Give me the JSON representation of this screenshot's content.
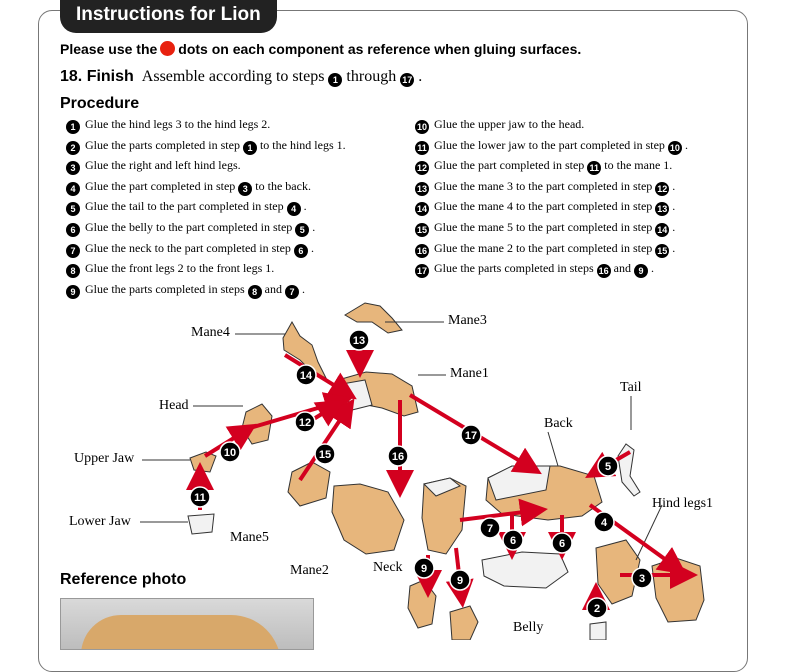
{
  "header": {
    "title": "Instructions for Lion"
  },
  "reference_note": {
    "before": "Please use the",
    "after": "dots on each component as reference when gluing surfaces."
  },
  "finish": {
    "number": "18. Finish",
    "text_before": "Assemble according to steps",
    "step_from": "1",
    "text_mid": "through",
    "step_to": "17",
    "text_after": "."
  },
  "procedure": {
    "heading": "Procedure",
    "steps": [
      {
        "n": "1",
        "text": "Glue the hind legs 3 to the hind legs 2."
      },
      {
        "n": "2",
        "text": "Glue the parts completed in step",
        "ref": "1",
        "after": "to the hind legs 1."
      },
      {
        "n": "3",
        "text": "Glue the right and left hind legs."
      },
      {
        "n": "4",
        "text": "Glue the part completed in step",
        "ref": "3",
        "after": "to the back."
      },
      {
        "n": "5",
        "text": "Glue the tail to the part completed in step",
        "ref": "4",
        "after": "."
      },
      {
        "n": "6",
        "text": "Glue the belly to the part completed in step",
        "ref": "5",
        "after": "."
      },
      {
        "n": "7",
        "text": "Glue the neck to the part completed in step",
        "ref": "6",
        "after": "."
      },
      {
        "n": "8",
        "text": "Glue the front legs 2 to the front legs 1."
      },
      {
        "n": "9",
        "text": "Glue the parts completed in steps",
        "ref": "8",
        "mid": "and",
        "ref2": "7",
        "after": "."
      },
      {
        "n": "10",
        "text": "Glue the upper jaw to the head."
      },
      {
        "n": "11",
        "text": "Glue the lower jaw to the part completed in step",
        "ref": "10",
        "after": "."
      },
      {
        "n": "12",
        "text": "Glue the part completed in step",
        "ref": "11",
        "after": "to the mane 1."
      },
      {
        "n": "13",
        "text": "Glue the mane 3 to the part completed in step",
        "ref": "12",
        "after": "."
      },
      {
        "n": "14",
        "text": "Glue the mane 4 to the part completed in step",
        "ref": "13",
        "after": "."
      },
      {
        "n": "15",
        "text": "Glue the mane 5 to the part completed in step",
        "ref": "14",
        "after": "."
      },
      {
        "n": "16",
        "text": "Glue the mane 2 to the part completed in step",
        "ref": "15",
        "after": "."
      },
      {
        "n": "17",
        "text": "Glue the parts completed in steps",
        "ref": "16",
        "mid": "and",
        "ref2": "9",
        "after": "."
      }
    ]
  },
  "diagram": {
    "part_labels": {
      "mane4": "Mane4",
      "mane3": "Mane3",
      "mane1": "Mane1",
      "head": "Head",
      "tail": "Tail",
      "back": "Back",
      "upper_jaw": "Upper Jaw",
      "lower_jaw": "Lower Jaw",
      "mane5": "Mane5",
      "mane2": "Mane2",
      "neck": "Neck",
      "hind_legs1": "Hind legs1",
      "belly": "Belly"
    },
    "step_markers": [
      "13",
      "14",
      "12",
      "10",
      "11",
      "15",
      "16",
      "17",
      "5",
      "4",
      "3",
      "2",
      "6",
      "6",
      "7",
      "9",
      "9"
    ],
    "colors": {
      "arrow": "#d3001f",
      "part_fill": "#e7b67c",
      "part_edge": "#333333",
      "part_white": "#f2f2f2"
    }
  },
  "reference_photo": {
    "heading": "Reference photo"
  }
}
